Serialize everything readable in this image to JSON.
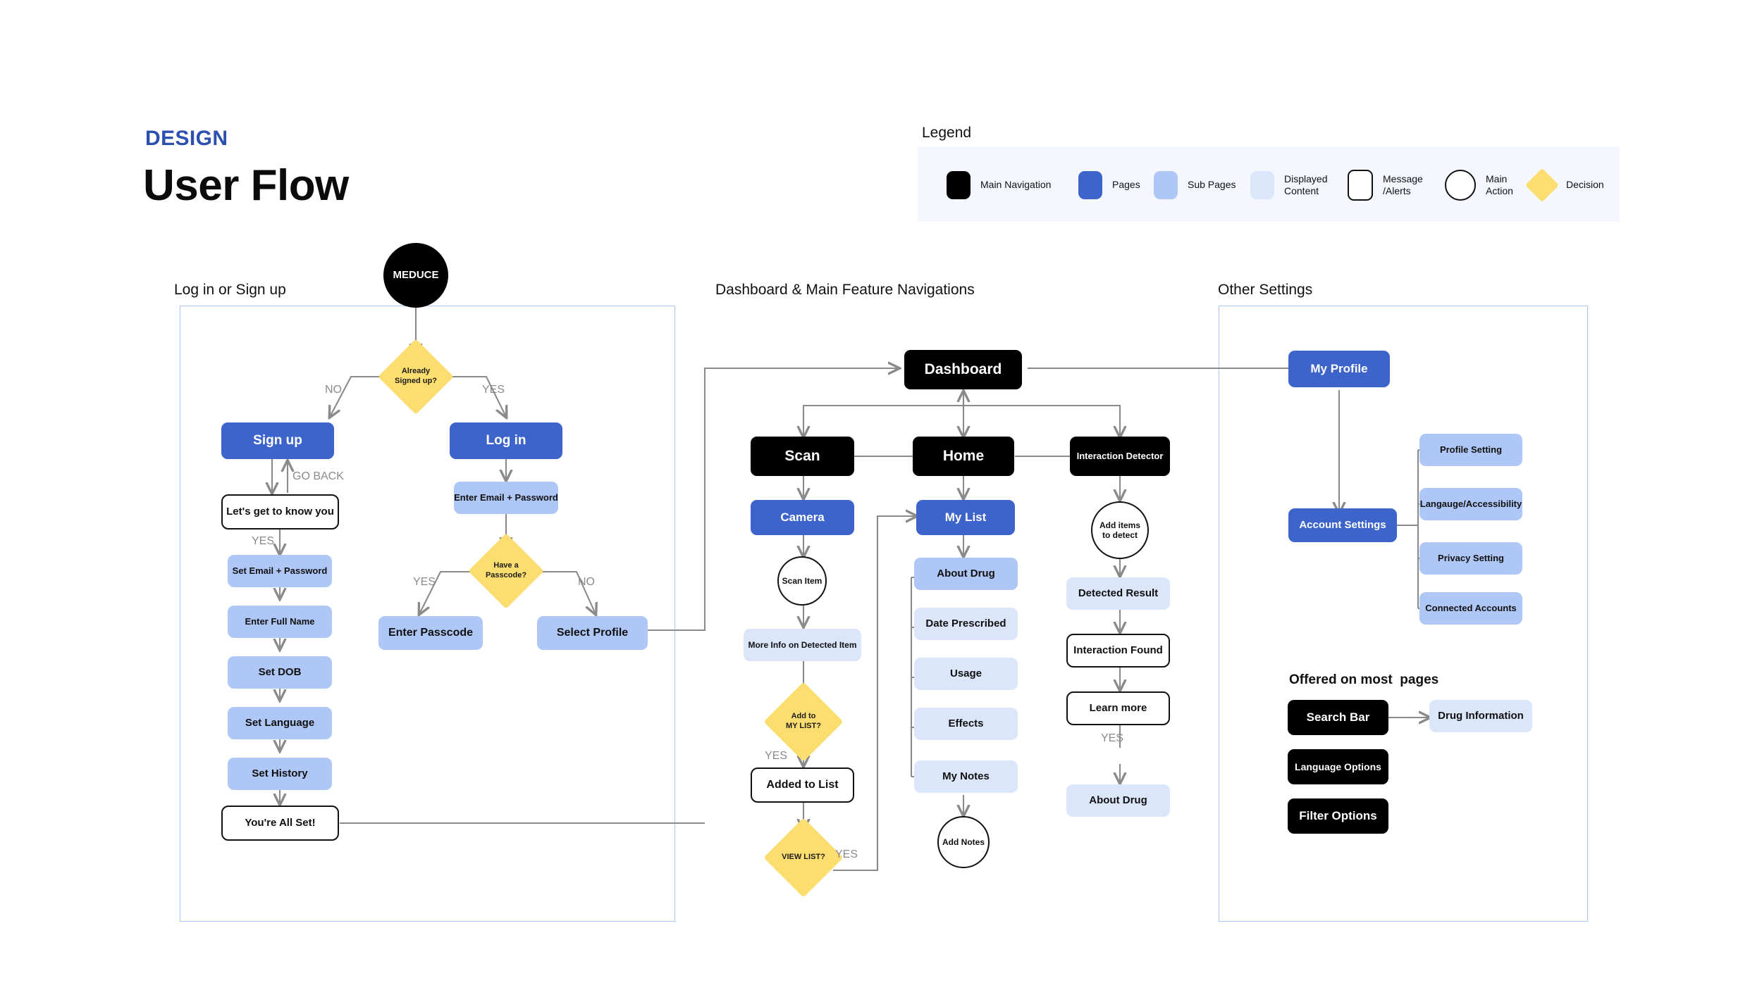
{
  "header": {
    "kicker": "DESIGN",
    "title": "User Flow"
  },
  "legend": {
    "title": "Legend",
    "items": [
      {
        "shape": "rounded-rect-black",
        "label": "Main Navigation"
      },
      {
        "shape": "rounded-rect-blue",
        "label": "Pages"
      },
      {
        "shape": "rounded-rect-lightblue",
        "label": "Sub Pages"
      },
      {
        "shape": "rounded-rect-paleblue",
        "label": "Displayed\nContent"
      },
      {
        "shape": "rounded-rect-outline",
        "label": "Message\n/Alerts"
      },
      {
        "shape": "circle-outline",
        "label": "Main\nAction"
      },
      {
        "shape": "diamond-yellow",
        "label": "Decision"
      }
    ]
  },
  "colors": {
    "accent_blue": "#2C4FB0",
    "page_blue": "#3C64CB",
    "subpage_blue": "#AFC7F7",
    "displayed_blue": "#DCE6FB",
    "decision_yellow": "#FCDD6F",
    "nav_black": "#000000",
    "frame_border": "#A9C5FB",
    "legend_bg": "#F4F7FD",
    "connector_gray": "#8A8A8A"
  },
  "sections": {
    "login": "Log in or Sign up",
    "dashboard": "Dashboard & Main Feature Navigations",
    "settings": "Other Settings",
    "offered": "Offered on most  pages"
  },
  "nodes": {
    "logo": "MEDUCE",
    "already_signed_up": "Already\nSigned up?",
    "sign_up": "Sign up",
    "log_in": "Log in",
    "lets_get_to_know_you": "Let's get to know you",
    "set_email_password": "Set Email + Password",
    "enter_full_name": "Enter Full Name",
    "set_dob": "Set DOB",
    "set_language": "Set Language",
    "set_history": "Set History",
    "youre_all_set": "You're All Set!",
    "enter_email_password": "Enter Email + Password",
    "have_a_passcode": "Have a\nPasscode?",
    "enter_passcode": "Enter Passcode",
    "select_profile": "Select Profile",
    "dashboard": "Dashboard",
    "scan": "Scan",
    "home": "Home",
    "interaction_detector": "Interaction Detector",
    "camera": "Camera",
    "scan_item": "Scan Item",
    "more_info_detected": "More Info on Detected Item",
    "add_to_my_list": "Add to\nMY LIST?",
    "added_to_list": "Added to List",
    "view_list": "VIEW LIST?",
    "my_list": "My List",
    "about_drug": "About Drug",
    "date_prescribed": "Date Prescribed",
    "usage": "Usage",
    "effects": "Effects",
    "my_notes": "My Notes",
    "add_notes": "Add Notes",
    "add_items_to_detect": "Add items\nto detect",
    "detected_result": "Detected Result",
    "interaction_found": "Interaction Found",
    "learn_more": "Learn more",
    "about_drug_2": "About Drug",
    "my_profile": "My Profile",
    "account_settings": "Account Settings",
    "profile_setting": "Profile Setting",
    "language_accessibility": "Langauge/Accessibility",
    "privacy_setting": "Privacy Setting",
    "connected_accounts": "Connected Accounts",
    "search_bar": "Search Bar",
    "drug_information": "Drug Information",
    "language_options": "Language Options",
    "filter_options": "Filter Options"
  },
  "edge_labels": {
    "no_signed_up": "NO",
    "yes_signed_up": "YES",
    "go_back": "GO BACK",
    "yes_know_you": "YES",
    "yes_passcode": "YES",
    "no_passcode": "NO",
    "yes_add_list": "YES",
    "yes_view_list": "YES",
    "yes_learn_more": "YES"
  }
}
